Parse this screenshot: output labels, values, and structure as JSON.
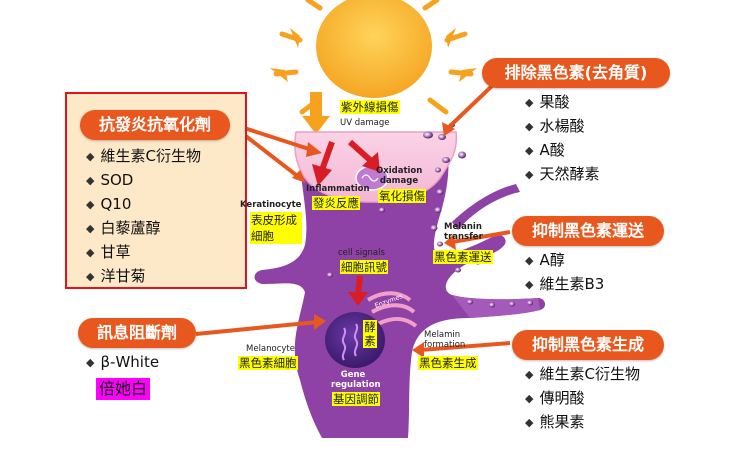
{
  "antioxidant": {
    "title": "抗發炎抗氧化劑",
    "items": [
      "維生素C衍生物",
      "SOD",
      "Q10",
      "白藜蘆醇",
      "甘草",
      "洋甘菊"
    ]
  },
  "signal_blocker": {
    "title": "訊息阻斷劑",
    "items": [
      "β-White"
    ],
    "highlight": "倍她白"
  },
  "exfoliate": {
    "title": "排除黑色素(去角質)",
    "items": [
      "果酸",
      "水楊酸",
      "A酸",
      "天然酵素"
    ]
  },
  "transfer": {
    "title": "抑制黑色素運送",
    "items": [
      "A醇",
      "維生素B3"
    ]
  },
  "formation": {
    "title": "抑制黑色素生成",
    "items": [
      "維生素C衍生物",
      "傳明酸",
      "熊果素"
    ]
  },
  "diagram": {
    "uv_zh": "紫外線損傷",
    "uv_en": "UV damage",
    "inflammation_en": "Inflammation",
    "inflammation_zh": "發炎反應",
    "oxidation_en": "Oxidation damage",
    "oxidation_zh": "氧化損傷",
    "keratinocyte_en": "Keratinocyte",
    "keratinocyte_zh": "表皮形成細胞",
    "cell_signals_en": "cell signals",
    "cell_signals_zh": "細胞訊號",
    "melanin_transfer_en": "Melanin transfer",
    "melanin_transfer_zh": "黑色素運送",
    "enzymes_en": "Enzymes",
    "enzymes_zh": "酵素",
    "melanocyte_en": "Melanocyte",
    "melanocyte_zh": "黑色素細胞",
    "melamin_formation_en": "Melamin formation",
    "melamin_formation_zh": "黑色素生成",
    "gene_regulation_en": "Gene regulation",
    "gene_regulation_zh": "基因調節"
  },
  "colors": {
    "accent_orange": "#e8581e",
    "box_border": "#e0141c",
    "box_fill": "#fde8c8",
    "cell_purple": "#8a3fa0",
    "highlight_yellow": "#ffff00",
    "highlight_magenta": "#ff00ff"
  }
}
